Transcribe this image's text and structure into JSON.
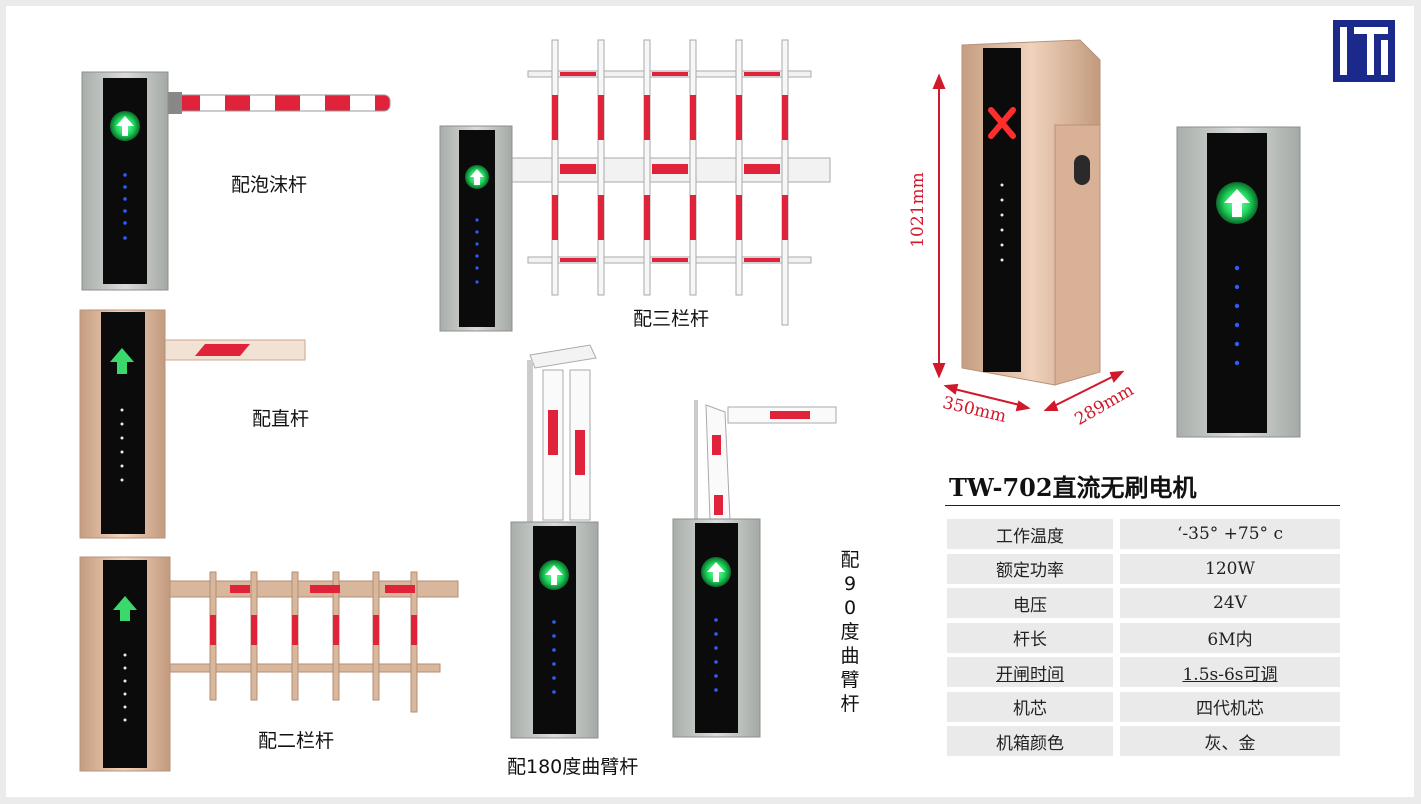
{
  "captions": {
    "foam": "配泡沫杆",
    "straight": "配直杆",
    "two_bar": "配二栏杆",
    "three_bar": "配三栏杆",
    "curve180": "配180度曲臂杆",
    "curve90": "配90度曲臂杆"
  },
  "title": "TW-702直流无刷电机",
  "specs": [
    {
      "label": "工作温度",
      "value": "‘-35° +75° c"
    },
    {
      "label": "额定功率",
      "value": "120W"
    },
    {
      "label": "电压",
      "value": "24V"
    },
    {
      "label": "杆长",
      "value": "6M内"
    },
    {
      "label": "开闸时间",
      "value": "1.5s-6s可调"
    },
    {
      "label": "机芯",
      "value": "四代机芯"
    },
    {
      "label": "机箱颜色",
      "value": "灰、金"
    }
  ],
  "dimensions": {
    "height": "1021mm",
    "width": "350mm",
    "depth": "289mm"
  },
  "colors": {
    "accent_red": "#d0192b",
    "gold": "#dcb79a",
    "gray": "#c4c9c4",
    "panel": "#0b0b0b",
    "led_green": "#2ee86b",
    "led_blue": "#2f5bff"
  },
  "icons": [
    "logo-icon",
    "arrow-up-icon",
    "x-mark-icon"
  ]
}
